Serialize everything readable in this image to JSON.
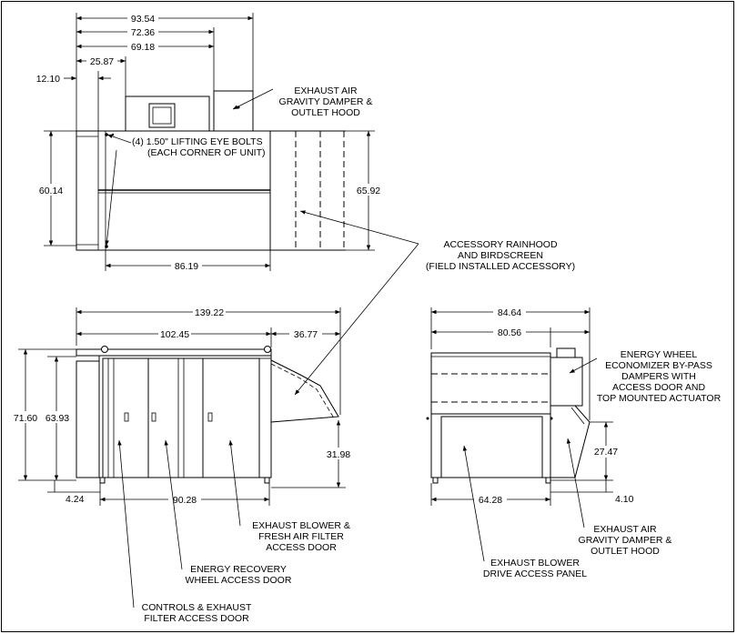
{
  "top_view": {
    "dims": {
      "d1": "93.54",
      "d2": "72.36",
      "d3": "69.18",
      "d4": "25.87",
      "d5": "12.10",
      "height_left": "60.14",
      "height_right": "65.92",
      "bottom": "86.19"
    },
    "callouts": {
      "lifting": [
        "(4) 1.50\" LIFTING EYE BOLTS",
        "(EACH CORNER OF UNIT)"
      ],
      "damper": [
        "EXHAUST AIR",
        "GRAVITY DAMPER &",
        "OUTLET HOOD"
      ],
      "rainhood": [
        "ACCESSORY RAINHOOD",
        "AND BIRDSCREEN",
        "(FIELD INSTALLED ACCESSORY)"
      ]
    }
  },
  "front_view": {
    "dims": {
      "overall": "139.22",
      "main": "102.45",
      "hood": "36.77",
      "height_outer": "71.60",
      "height_inner": "63.93",
      "hood_height": "31.98",
      "base_left": "4.24",
      "base_width": "90.28"
    },
    "callouts": {
      "blower": [
        "EXHAUST BLOWER &",
        "FRESH AIR FILTER",
        "ACCESS DOOR"
      ],
      "wheel": [
        "ENERGY RECOVERY",
        "WHEEL ACCESS DOOR"
      ],
      "controls": [
        "CONTROLS & EXHAUST",
        "FILTER ACCESS DOOR"
      ]
    }
  },
  "side_view": {
    "dims": {
      "overall": "84.64",
      "main": "80.56",
      "damper_height": "27.47",
      "base_right": "4.10",
      "panel_width": "64.28"
    },
    "callouts": {
      "economizer": [
        "ENERGY WHEEL",
        "ECONOMIZER BY-PASS",
        "DAMPERS WITH",
        "ACCESS DOOR AND",
        "TOP MOUNTED ACTUATOR"
      ],
      "damper": [
        "EXHAUST AIR",
        "GRAVITY DAMPER &",
        "OUTLET HOOD"
      ],
      "panel": [
        "EXHAUST BLOWER",
        "DRIVE ACCESS PANEL"
      ]
    }
  }
}
